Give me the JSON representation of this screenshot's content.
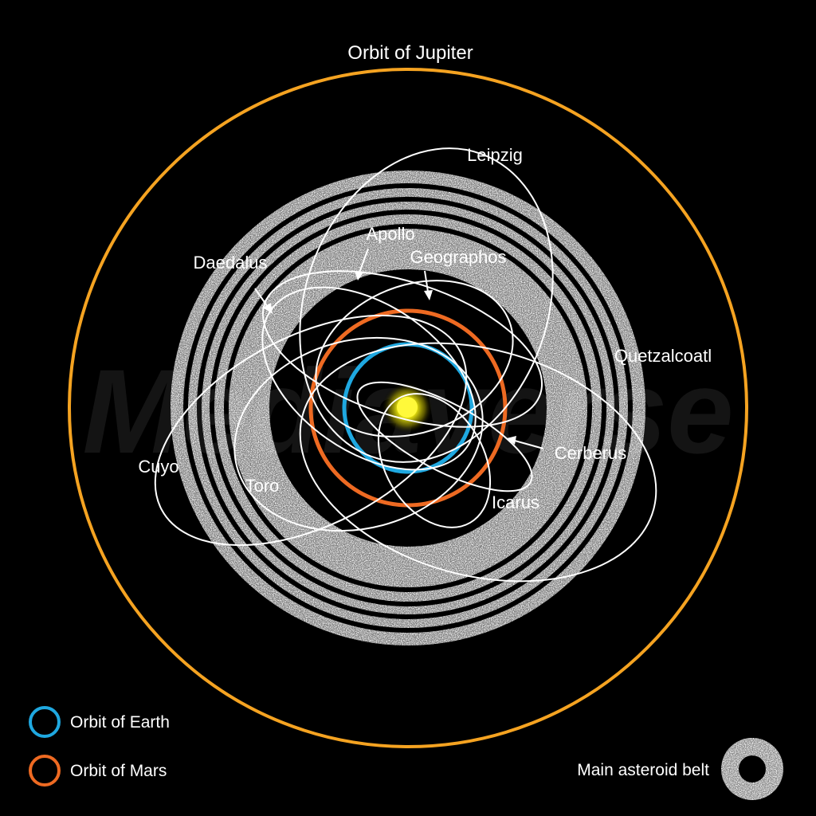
{
  "title_jupiter": "Orbit of Jupiter",
  "watermark": "Mediaverse",
  "asteroids": [
    {
      "id": "leipzig",
      "label": "Leipzig"
    },
    {
      "id": "apollo",
      "label": "Apollo"
    },
    {
      "id": "geographos",
      "label": "Geographos"
    },
    {
      "id": "daedalus",
      "label": "Daedalus"
    },
    {
      "id": "quetzalcoatl",
      "label": "Quetzalcoatl"
    },
    {
      "id": "cerberus",
      "label": "Cerberus"
    },
    {
      "id": "cuyo",
      "label": "Cuyo"
    },
    {
      "id": "toro",
      "label": "Toro"
    },
    {
      "id": "icarus",
      "label": "Icarus"
    }
  ],
  "legend": {
    "earth": "Orbit of Earth",
    "mars": "Orbit of Mars",
    "belt": "Main asteroid belt"
  },
  "colors": {
    "background": "#000000",
    "jupiter": "#f5a321",
    "earth": "#1fa8e0",
    "mars": "#ee6a22",
    "sun_core": "#fff93a",
    "sun_glow": "#c9c200",
    "orbit_lines": "#ffffff",
    "belt": "#8a8a8a"
  }
}
